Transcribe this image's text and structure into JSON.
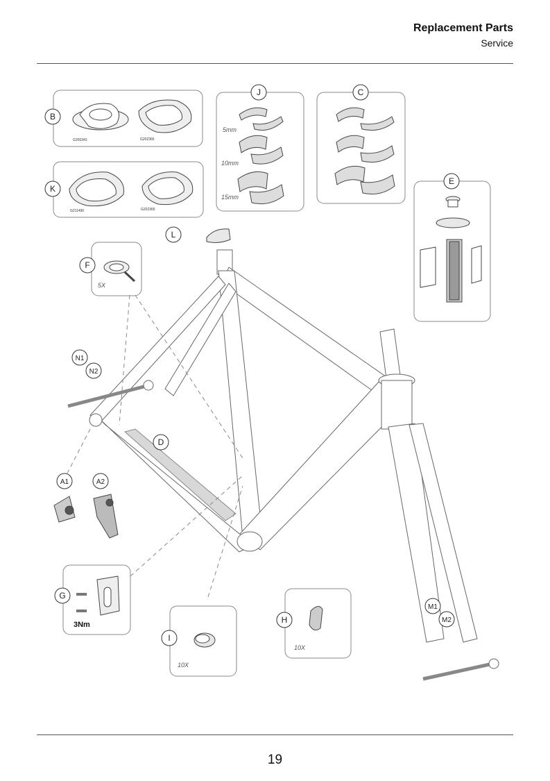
{
  "header": {
    "title": "Replacement Parts",
    "subtitle": "Service"
  },
  "page_number": "19",
  "parts": {
    "B": {
      "label": "B",
      "codes": [
        "G200343",
        "G202365"
      ]
    },
    "K": {
      "label": "K",
      "codes": [
        "G211490",
        "G202365"
      ]
    },
    "J": {
      "label": "J",
      "sizes": [
        "5mm",
        "10mm",
        "15mm"
      ]
    },
    "C": {
      "label": "C"
    },
    "E": {
      "label": "E"
    },
    "L": {
      "label": "L"
    },
    "F": {
      "label": "F",
      "qty": "5X"
    },
    "N1": {
      "label": "N1"
    },
    "N2": {
      "label": "N2"
    },
    "D": {
      "label": "D"
    },
    "A1": {
      "label": "A1"
    },
    "A2": {
      "label": "A2"
    },
    "G": {
      "label": "G",
      "torque": "3Nm"
    },
    "H": {
      "label": "H",
      "qty": "10X"
    },
    "I": {
      "label": "I",
      "qty": "10X"
    },
    "M1": {
      "label": "M1"
    },
    "M2": {
      "label": "M2"
    }
  }
}
